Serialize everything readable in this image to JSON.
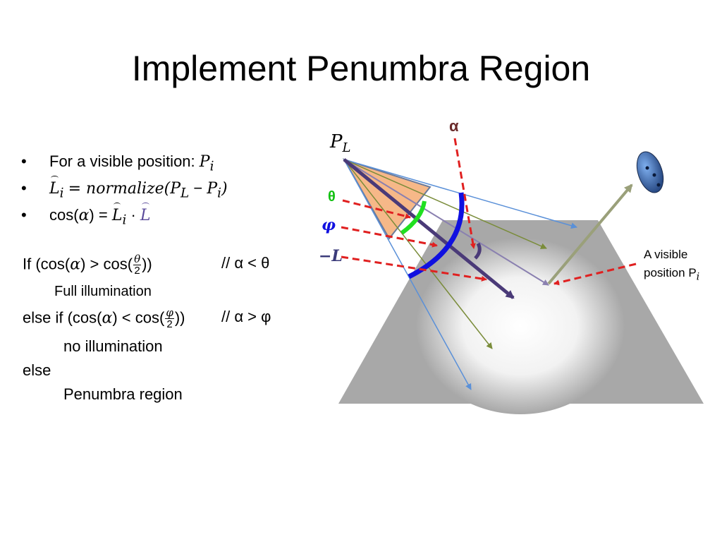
{
  "title": "Implement Penumbra Region",
  "bullets": {
    "marker": "•",
    "b1_text": "For a visible position:",
    "b1_P": "P",
    "b1_sub": "i",
    "b2_L": "L",
    "b2_sub": "i",
    "b2_eq": "= normalize(",
    "b2_P1": "P",
    "b2_sub1": "L",
    "b2_minus": "−",
    "b2_P2": "P",
    "b2_sub2": "i",
    "b2_close": ")",
    "b3_cos": "cos(",
    "b3_alpha": "α",
    "b3_eq": ") =",
    "b3_L": "L",
    "b3_sub": "i",
    "b3_dot": "·",
    "b3_L2": "L"
  },
  "logic": {
    "if_start": "If (cos(",
    "if_alpha": "α",
    "if_mid": ") > cos(",
    "if_num": "θ",
    "if_den": "2",
    "if_end": "))",
    "if_comment": "// α < θ",
    "full": "Full illumination",
    "elseif_start": "else if (cos(",
    "elseif_alpha": "α",
    "elseif_mid": ") < cos(",
    "elseif_num": "φ",
    "elseif_den": "2",
    "elseif_end": "))",
    "elseif_comment": "// α > φ",
    "none": "no illumination",
    "else": "else",
    "penumbra": "Penumbra region"
  },
  "diagram": {
    "pl_P": "P",
    "pl_sub": "L",
    "alpha": "α",
    "theta": "θ",
    "phi": "φ",
    "negL": "−L",
    "visible_line1": "A visible",
    "visible_line2": "position P",
    "visible_sub": "i",
    "colors": {
      "red": "#e02020",
      "blue": "#1010e0",
      "green": "#20e020",
      "cone": "#f6b888",
      "floor": "#a8a8a8",
      "arrow_purple": "#4a3a78",
      "light_blue": "#5a90d8",
      "olive": "#7a8c3a"
    }
  }
}
